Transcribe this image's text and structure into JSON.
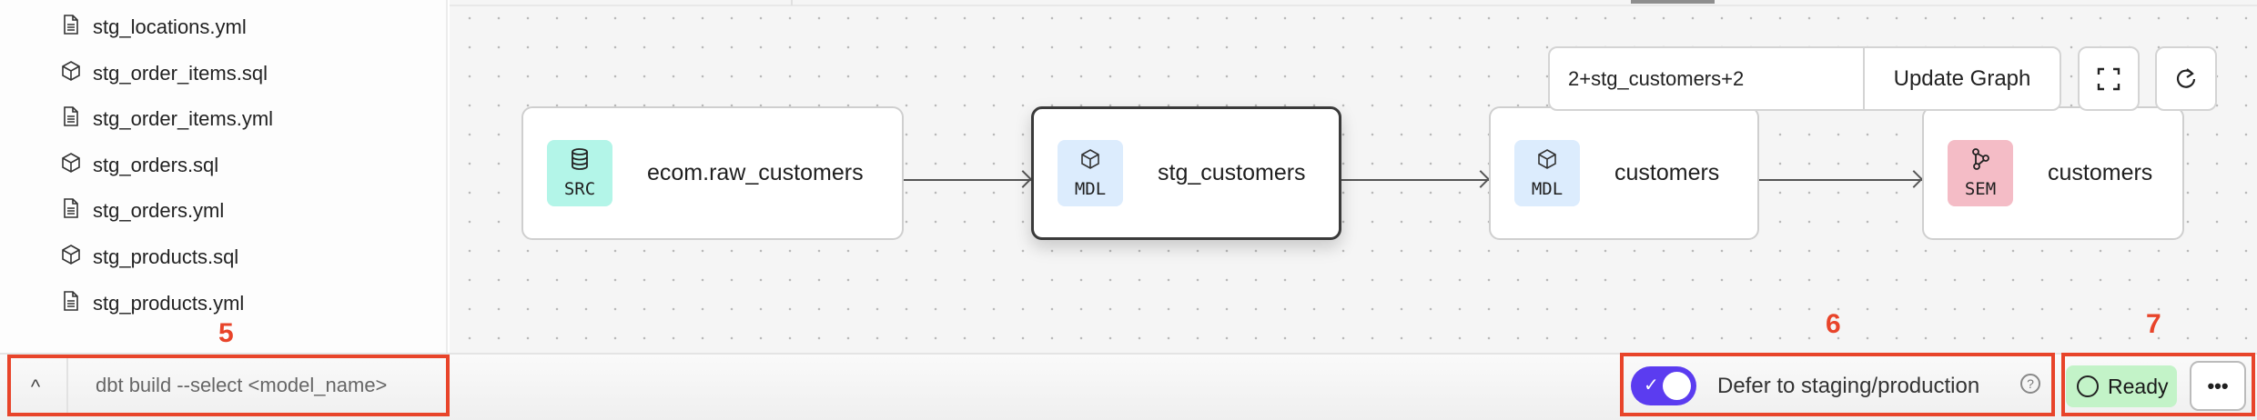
{
  "sidebar": {
    "files": [
      {
        "name": "stg_locations.yml",
        "icon": "file-icon"
      },
      {
        "name": "stg_order_items.sql",
        "icon": "cube-icon"
      },
      {
        "name": "stg_order_items.yml",
        "icon": "file-icon"
      },
      {
        "name": "stg_orders.sql",
        "icon": "cube-icon"
      },
      {
        "name": "stg_orders.yml",
        "icon": "file-icon"
      },
      {
        "name": "stg_products.sql",
        "icon": "cube-icon"
      },
      {
        "name": "stg_products.yml",
        "icon": "file-icon"
      }
    ]
  },
  "graph": {
    "selector_value": "2+stg_customers+2",
    "update_label": "Update Graph",
    "nodes": [
      {
        "badge": "SRC",
        "label": "ecom.raw_customers",
        "color": "#b3f5e8",
        "icon": "database-icon"
      },
      {
        "badge": "MDL",
        "label": "stg_customers",
        "color": "#dcecfd",
        "icon": "cube-icon",
        "selected": true
      },
      {
        "badge": "MDL",
        "label": "customers",
        "color": "#dcecfd",
        "icon": "cube-icon"
      },
      {
        "badge": "SEM",
        "label": "customers",
        "color": "#f4bcc6",
        "icon": "semantic-graph-icon"
      }
    ]
  },
  "bottom": {
    "command_placeholder": "dbt build --select <model_name>",
    "defer_label": "Defer to staging/production",
    "defer_enabled": true,
    "status": "Ready",
    "more_label": "•••"
  },
  "annotations": {
    "a5": "5",
    "a6": "6",
    "a7": "7",
    "color": "#e8442a"
  },
  "accent": "#5b3cf0"
}
